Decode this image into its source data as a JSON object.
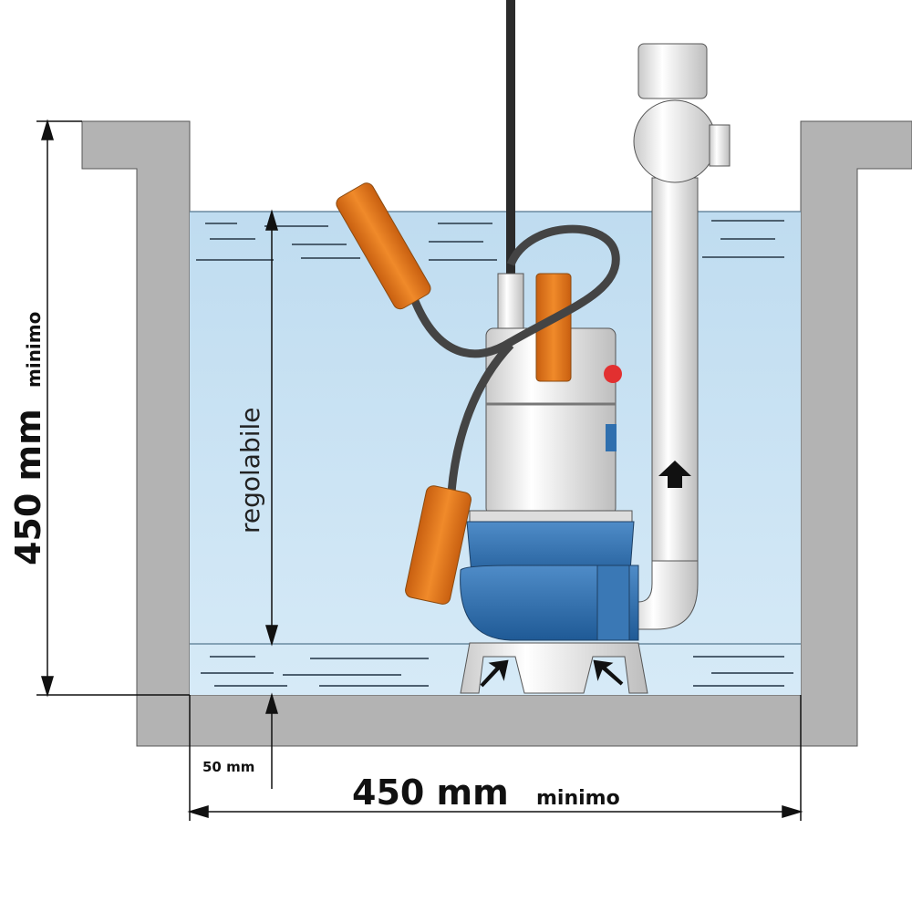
{
  "labels": {
    "height_value": "450 mm",
    "height_qualifier": "minimo",
    "adjustable": "regolabile",
    "min_clearance": "50 mm",
    "width_value": "450 mm",
    "width_qualifier": "minimo"
  },
  "colors": {
    "wall": "#b3b3b3",
    "water": "#cfe6f5",
    "pump_blue": "#2f6fae",
    "float_orange": "#e07a1f",
    "pipe": "#e6e6e6"
  }
}
